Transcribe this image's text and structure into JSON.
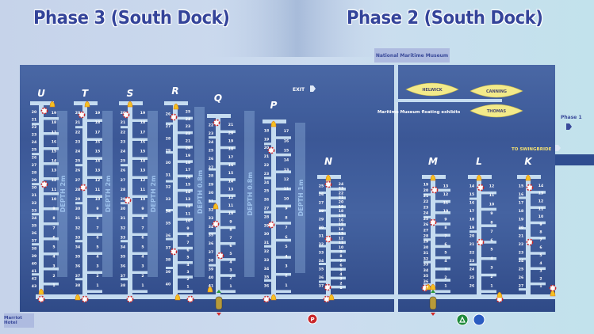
{
  "header": {
    "phase3_title": "Phase 3 (South Dock)",
    "phase2_title": "Phase 2 (South Dock)"
  },
  "landmarks": {
    "museum": "National Maritime Museum",
    "hotel": "Marriot Hotel",
    "exit": "EXIT",
    "phase1": "Phase 1",
    "swingbridge": "TO SWINGBRIDE",
    "exhibits_caption": "Maritime Museum floating exhibits",
    "parking": "P"
  },
  "exhibits": [
    "HELWICK",
    "CANNING",
    "THOMAS"
  ],
  "depths": [
    "DEPTH 2m",
    "DEPTH 2m",
    "DEPTH 2m",
    "DEPTH 0.8m",
    "DEPTH 0.8m",
    "DEPTH 1m"
  ],
  "pontoons": [
    {
      "letter": "U",
      "left": [
        20,
        21,
        22,
        23,
        24,
        25,
        26,
        27,
        28,
        29,
        30,
        31,
        32,
        33,
        34,
        35,
        36,
        37,
        38,
        39,
        40,
        41,
        42,
        43
      ],
      "right": [
        19,
        18,
        17,
        16,
        15,
        14,
        13,
        12,
        11,
        10,
        9,
        8,
        7,
        6,
        5,
        4,
        3,
        2,
        1
      ]
    },
    {
      "letter": "T",
      "left": [
        20,
        21,
        22,
        23,
        24,
        25,
        26,
        27,
        28,
        29,
        30,
        31,
        32,
        33,
        34,
        35,
        36,
        37,
        38
      ],
      "right": [
        19,
        18,
        17,
        16,
        15,
        14,
        13,
        12,
        11,
        10,
        9,
        8,
        7,
        6,
        5,
        4,
        3,
        2,
        1
      ]
    },
    {
      "letter": "S",
      "left": [
        20,
        21,
        22,
        23,
        24,
        25,
        26,
        27,
        28,
        29,
        30,
        31,
        32,
        33,
        34,
        35,
        36,
        37,
        38
      ],
      "right": [
        19,
        18,
        17,
        16,
        15,
        14,
        13,
        12,
        11,
        10,
        9,
        8,
        7,
        6,
        5,
        4,
        3,
        2,
        1
      ]
    },
    {
      "letter": "R",
      "left": [
        26,
        27,
        28,
        29,
        30,
        31,
        32,
        33,
        34,
        35,
        36,
        37,
        38,
        39,
        40
      ],
      "right": [
        25,
        24,
        23,
        22,
        21,
        20,
        19,
        18,
        17,
        16,
        15,
        14,
        13,
        12,
        11,
        10,
        9,
        8,
        7,
        6,
        5,
        4,
        3,
        2,
        1
      ]
    },
    {
      "letter": "Q",
      "left": [
        22,
        23,
        24,
        25,
        26,
        27,
        28,
        29,
        30,
        31,
        32,
        33,
        34,
        35,
        36,
        37,
        38,
        39,
        40,
        41
      ],
      "right": [
        21,
        20,
        19,
        18,
        17,
        16,
        15,
        14,
        13,
        12,
        11,
        10,
        9,
        8,
        7,
        6,
        5,
        4,
        3,
        2,
        1
      ]
    },
    {
      "letter": "P",
      "left": [
        18,
        19,
        20,
        21,
        22,
        23,
        24,
        25,
        26,
        27,
        28,
        29,
        30,
        31,
        32,
        33,
        34,
        35,
        36
      ],
      "right": [
        17,
        16,
        15,
        14,
        13,
        12,
        11,
        10,
        9,
        8,
        7,
        6,
        5,
        4,
        3,
        2,
        1
      ]
    },
    {
      "letter": "N",
      "left": [
        25,
        26,
        27,
        28,
        29,
        30,
        31,
        32,
        33,
        34,
        35,
        36,
        37
      ],
      "right": [
        24,
        23,
        22,
        21,
        20,
        19,
        18,
        17,
        16,
        15,
        14,
        13,
        12,
        11,
        10,
        9,
        8,
        7,
        6,
        5,
        4,
        3,
        2,
        1
      ]
    },
    {
      "letter": "M",
      "left": [
        19,
        20,
        21,
        22,
        23,
        24,
        25,
        26,
        27,
        28,
        29,
        30,
        31,
        32,
        33,
        34,
        35,
        36,
        37
      ],
      "right": [
        13,
        12,
        11,
        10,
        9,
        8,
        7,
        6,
        5,
        4,
        3,
        2,
        1
      ]
    },
    {
      "letter": "L",
      "left": [
        14,
        15,
        16,
        17,
        18,
        19,
        20,
        21,
        22,
        23,
        24,
        25,
        26
      ],
      "right": [
        12,
        11,
        10,
        9,
        8,
        7,
        6,
        5,
        4,
        3,
        2,
        1
      ]
    },
    {
      "letter": "K",
      "left": [
        15,
        16,
        17,
        18,
        19,
        20,
        21,
        22,
        23,
        24,
        25,
        26,
        27
      ],
      "right": [
        14,
        13,
        12,
        11,
        10,
        9,
        8,
        7,
        6,
        5,
        4,
        3,
        2,
        1
      ]
    }
  ],
  "colors": {
    "water": "#2d4c8e",
    "walkway": "#c5dcf0",
    "title": "#34449a",
    "exhibit": "#f3ea8a",
    "parking": "#c8262a",
    "recycle": "#1f8a3c",
    "info": "#2a5bc0"
  }
}
